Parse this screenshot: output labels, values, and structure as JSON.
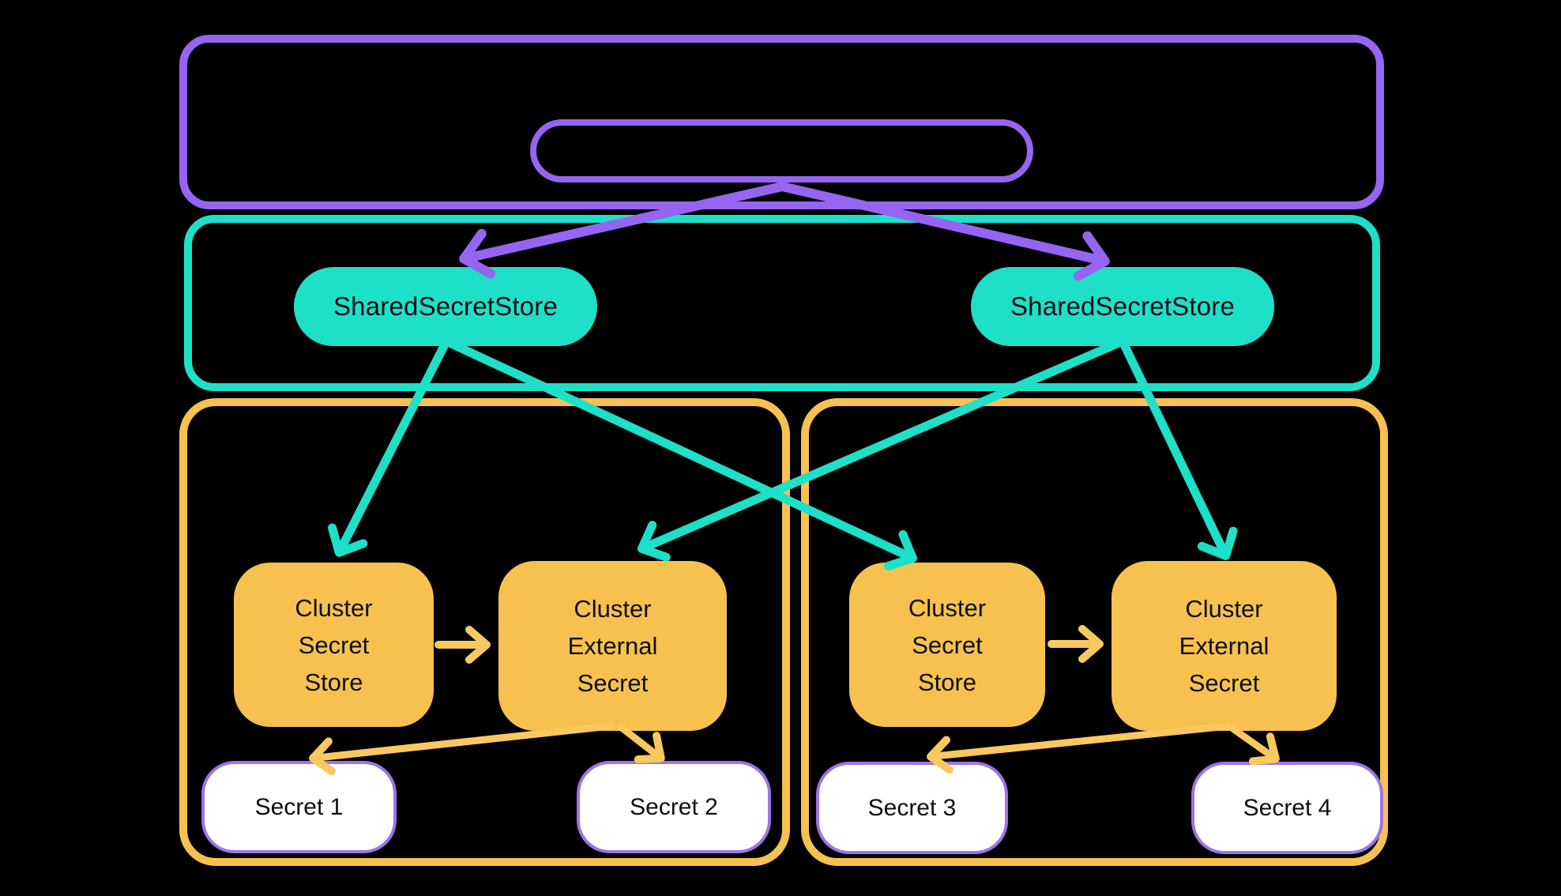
{
  "colors": {
    "background": "#000000",
    "purple": "#9565F2",
    "teal": "#1EE0C8",
    "orange": "#F7C14F",
    "orange_arrow": "#F9C95F",
    "secret_pill_border": "#9E74E6",
    "text": "#0E0E13"
  },
  "shared_secret_stores": [
    {
      "label": "SharedSecretStore"
    },
    {
      "label": "SharedSecretStore"
    }
  ],
  "workload_clusters": [
    {
      "cluster_secret_store": {
        "lines": [
          "Cluster",
          "Secret",
          "Store"
        ]
      },
      "cluster_external_secret": {
        "lines": [
          "Cluster",
          "External",
          "Secret"
        ]
      },
      "secrets": [
        {
          "label": "Secret 1"
        },
        {
          "label": "Secret 2"
        }
      ]
    },
    {
      "cluster_secret_store": {
        "lines": [
          "Cluster",
          "Secret",
          "Store"
        ]
      },
      "cluster_external_secret": {
        "lines": [
          "Cluster",
          "External",
          "Secret"
        ]
      },
      "secrets": [
        {
          "label": "Secret 3"
        },
        {
          "label": "Secret 4"
        }
      ]
    }
  ]
}
